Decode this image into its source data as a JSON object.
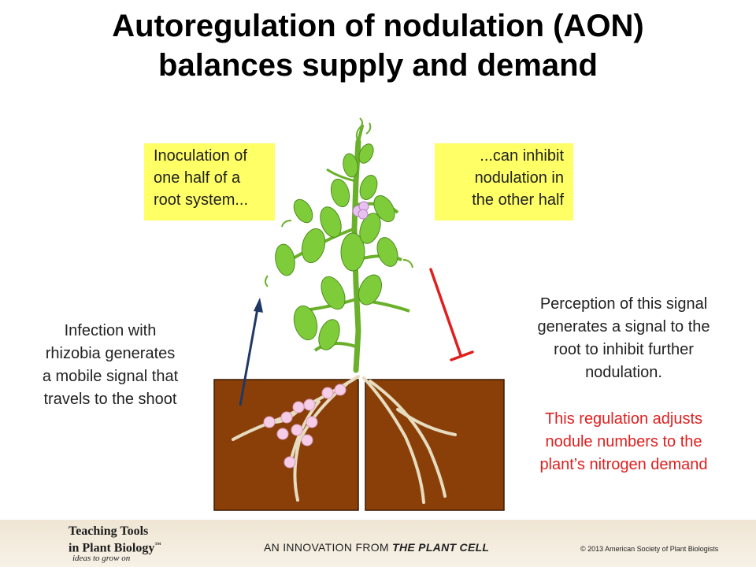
{
  "title": {
    "line1": "Autoregulation of nodulation (AON)",
    "line2": "balances supply and demand"
  },
  "notes": {
    "left": [
      "Inoculation of",
      "one half of a",
      "root system..."
    ],
    "right": [
      "...can inhibit",
      "nodulation in",
      "the other half"
    ]
  },
  "captions": {
    "left": [
      "Infection with",
      "rhizobia generates",
      "a mobile signal that",
      "travels to the shoot"
    ],
    "right": [
      "Perception of this signal",
      "generates a signal to the",
      "root to inhibit further",
      "nodulation."
    ],
    "red": [
      "This regulation adjusts",
      "nodule numbers to the",
      "plant’s nitrogen demand"
    ]
  },
  "colors": {
    "note_bg": "#ffff66",
    "soil": "#8b3f08",
    "arrow_up": "#1f3864",
    "inhibit": "#e01f1f",
    "nodule": "#f6cde6",
    "leaf": "#7fcc3a",
    "root": "#e6dcc0"
  },
  "footer": {
    "brand_line1": "Teaching Tools",
    "brand_line2": "in Plant Biology",
    "trademark": "™",
    "tagline": "ideas to grow on",
    "innovation_prefix": "AN INNOVATION FROM",
    "innovation_name": "THE PLANT CELL",
    "copyright": "© 2013 American Society of Plant Biologists"
  }
}
